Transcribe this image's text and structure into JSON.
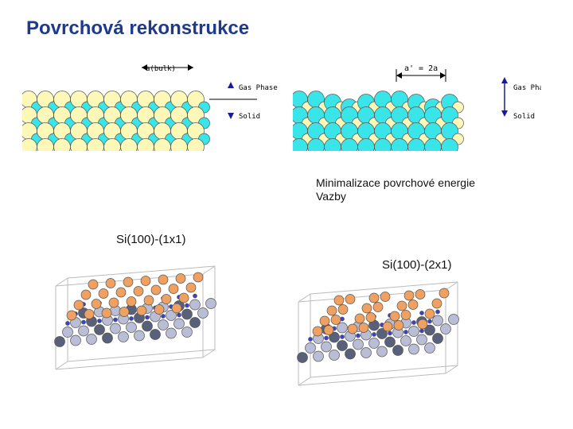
{
  "slide": {
    "title": "Povrchová rekonstrukce",
    "caption_line1": "Minimalizace povrchové energie",
    "caption_line2": "Vazby",
    "model_left_label": "Si(100)-(1x1)",
    "model_right_label": "Si(100)-(2x1)"
  },
  "bulk_figure": {
    "lattice_label": "a(bulk)",
    "gas_label": "Gas Phase",
    "solid_label": "Solid"
  },
  "recon_figure": {
    "lattice_label": "a' = 2a",
    "gas_label": "Gas Phase",
    "solid_label": "Solid"
  },
  "colors": {
    "title": "#1f3a8a",
    "bulk_atom": "#fdf8b8",
    "surface_atom": "#39e5e8",
    "orange_atom": "#f0a060",
    "gray_atom": "#b9bdd6",
    "dark_atom": "#59607a",
    "blue_atom": "#3a3fd6"
  }
}
